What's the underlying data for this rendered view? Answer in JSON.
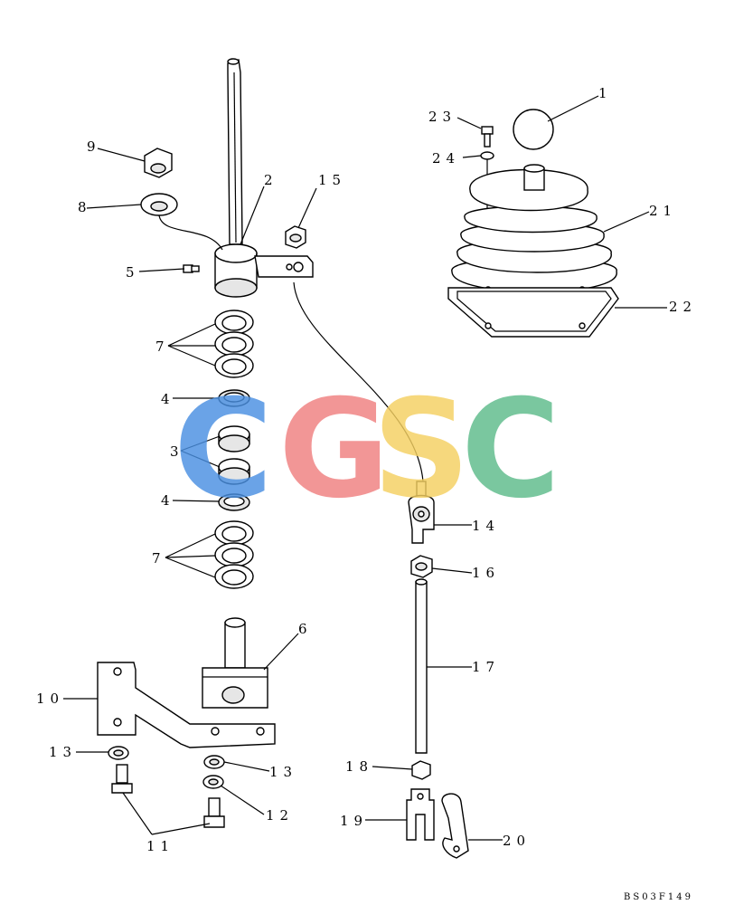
{
  "callouts": [
    {
      "id": "c1",
      "text": "1"
    },
    {
      "id": "c2",
      "text": "2"
    },
    {
      "id": "c3",
      "text": "3"
    },
    {
      "id": "c4a",
      "text": "4"
    },
    {
      "id": "c4b",
      "text": "4"
    },
    {
      "id": "c5",
      "text": "5"
    },
    {
      "id": "c6",
      "text": "6"
    },
    {
      "id": "c7a",
      "text": "7"
    },
    {
      "id": "c7b",
      "text": "7"
    },
    {
      "id": "c8",
      "text": "8"
    },
    {
      "id": "c9",
      "text": "9"
    },
    {
      "id": "c10",
      "text": "10"
    },
    {
      "id": "c11",
      "text": "11"
    },
    {
      "id": "c12",
      "text": "12"
    },
    {
      "id": "c13a",
      "text": "13"
    },
    {
      "id": "c13b",
      "text": "13"
    },
    {
      "id": "c14",
      "text": "14"
    },
    {
      "id": "c15",
      "text": "15"
    },
    {
      "id": "c16",
      "text": "16"
    },
    {
      "id": "c17",
      "text": "17"
    },
    {
      "id": "c18",
      "text": "18"
    },
    {
      "id": "c19",
      "text": "19"
    },
    {
      "id": "c20",
      "text": "20"
    },
    {
      "id": "c21",
      "text": "21"
    },
    {
      "id": "c22",
      "text": "22"
    },
    {
      "id": "c23",
      "text": "23"
    },
    {
      "id": "c24",
      "text": "24"
    }
  ],
  "document_id": "BS03F149",
  "watermark": {
    "letters": [
      "C",
      "G",
      "S",
      "C"
    ],
    "colors": [
      "#4a90e2",
      "#f08080",
      "#f5d061",
      "#5dbb8a"
    ]
  }
}
